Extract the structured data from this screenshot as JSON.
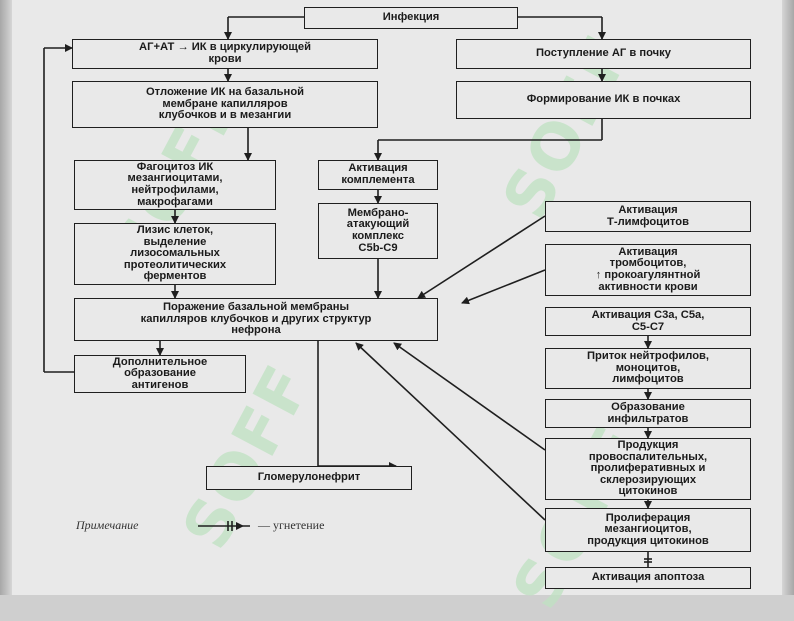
{
  "diagram": {
    "boxes": {
      "infection": "Инфекция",
      "ag_at": "АГ+АТ → ИК в циркулирующей\nкрови",
      "ag_kidney": "Поступление АГ в почку",
      "deposit": "Отложение ИК на базальной\nмембране капилляров\nклубочков и в мезангии",
      "form_ik": "Формирование ИК в почках",
      "phago": "Фагоцитоз ИК\nмезангиоцитами,\nнейтрофилами,\nмакрофагами",
      "complement": "Активация\nкомплемента",
      "lysis": "Лизис клеток,\nвыделение\nлизосомальных\nпротеолитических\nферментов",
      "mac": "Мембрано-\nатакующий\nкомплекс\nC5b-C9",
      "t_lymph": "Активация\nТ-лимфоцитов",
      "platelets": "Активация\nтромбоцитов,\n↑ прокоагулянтной\nактивности крови",
      "damage": "Поражение базальной мембраны\nкапилляров клубочков и других структур\nнефрона",
      "c3a": "Активация С3а, С5а,\nС5-С7",
      "extra_ag": "Дополнительное\nобразование\nантигенов",
      "influx": "Приток нейтрофилов,\nмоноцитов,\nлимфоцитов",
      "infiltrates": "Образование\nинфильтратов",
      "cytokines": "Продукция\nпровоспалительных,\nпролиферативных и\nсклерозирующих\nцитокинов",
      "gn": "Гломерулонефрит",
      "prolif": "Пролиферация\nмезангиоцитов,\nпродукция цитокинов",
      "apoptosis": "Активация апоптоза"
    },
    "note_label": "Примечание",
    "note_text": "— угнетение",
    "watermark": "SOFF",
    "colors": {
      "line": "#1f1f1f",
      "watermark": "#bfe2c2",
      "background": "#e9e9e9"
    }
  }
}
